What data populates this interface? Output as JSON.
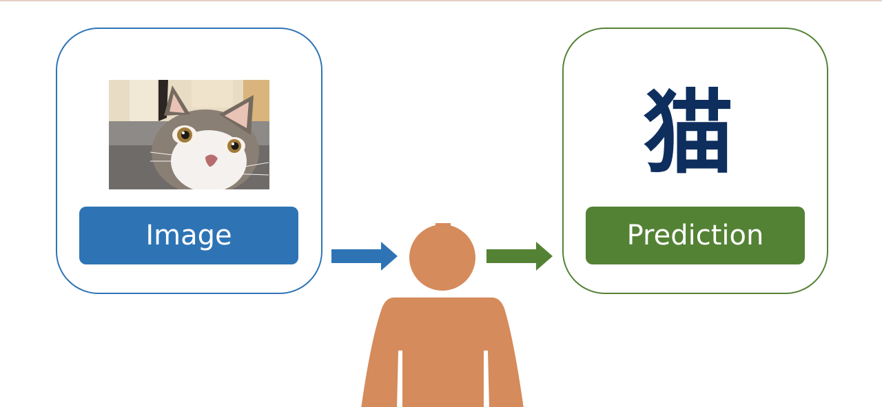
{
  "input_node": {
    "label": "Image",
    "color": "#2e74b5",
    "photo_subject": "cat-photo"
  },
  "output_node": {
    "label": "Prediction",
    "color": "#548235",
    "glyph": "猫",
    "glyph_color": "#0e2f5e"
  },
  "person": {
    "color": "#d58b5b"
  },
  "arrows": {
    "input_color": "#2e74b5",
    "output_color": "#548235"
  }
}
